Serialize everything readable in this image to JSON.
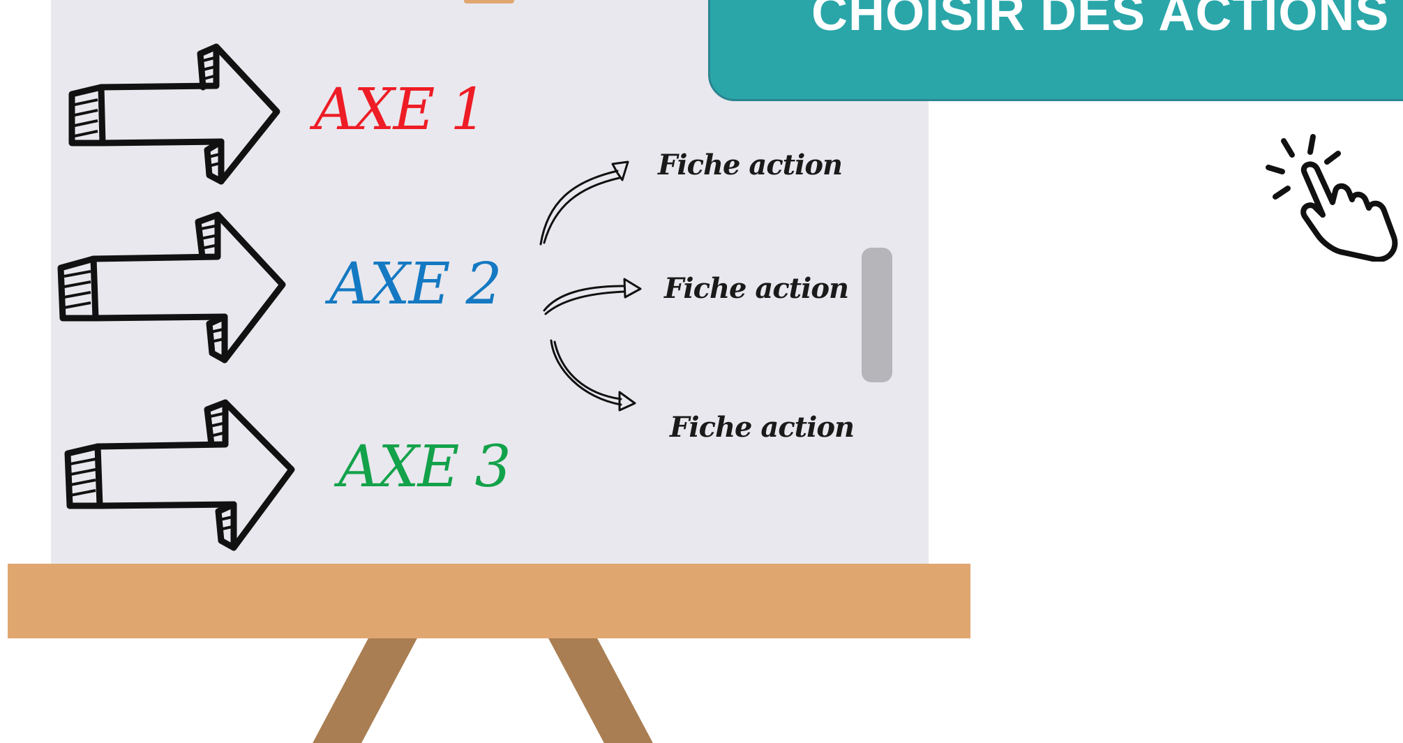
{
  "banner": {
    "title": "CHOISIR DES ACTIONS",
    "color": "#2aa6a9"
  },
  "axes": [
    {
      "label": "AXE 1",
      "color": "#ee1c25"
    },
    {
      "label": "AXE 2",
      "color": "#1479c2"
    },
    {
      "label": "AXE 3",
      "color": "#13a24a"
    }
  ],
  "fiches": [
    {
      "label": "Fiche action"
    },
    {
      "label": "Fiche action"
    },
    {
      "label": "Fiche action"
    }
  ],
  "icons": {
    "axis_arrow": "hand-drawn-arrow-icon",
    "pointer": "pointing-hand-icon",
    "branch": "curved-arrow-icon"
  }
}
